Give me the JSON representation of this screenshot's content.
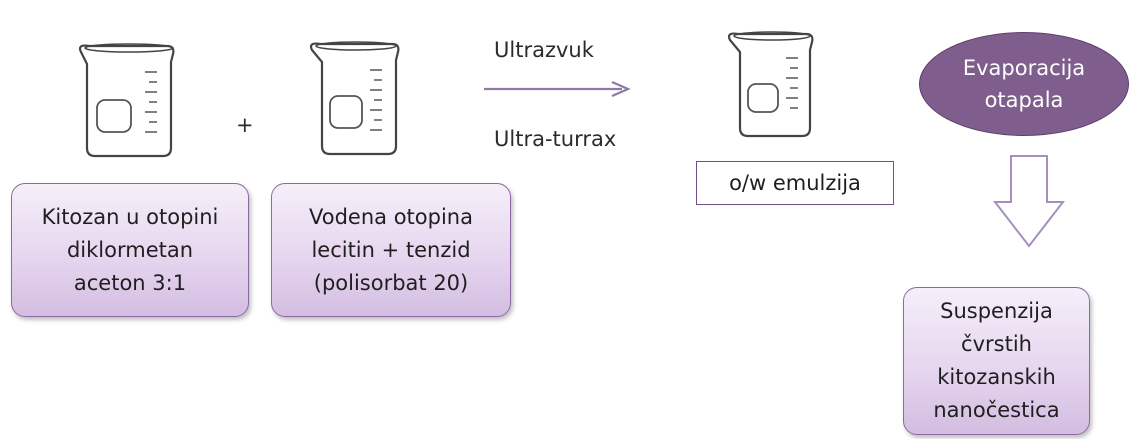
{
  "plus_sign": "+",
  "arrow_labels": {
    "top": "Ultrazvuk",
    "bottom": "Ultra-turrax"
  },
  "boxes": {
    "chitosan": [
      "Kitozan u otopini",
      "diklormetan",
      "aceton 3:1"
    ],
    "aqueous": [
      "Vodena otopina",
      "lecitin + tenzid",
      "(polisorbat 20)"
    ],
    "emulsion": "o/w emulzija",
    "evaporation": [
      "Evaporacija",
      "otapala"
    ],
    "suspension": [
      "Suspenzija",
      "čvrstih",
      "kitozanskih",
      "nanočestica"
    ]
  },
  "colors": {
    "box_border": "#8b6aa3",
    "ellipse_fill": "#7f5d8c",
    "arrow": "#8e79a8"
  }
}
